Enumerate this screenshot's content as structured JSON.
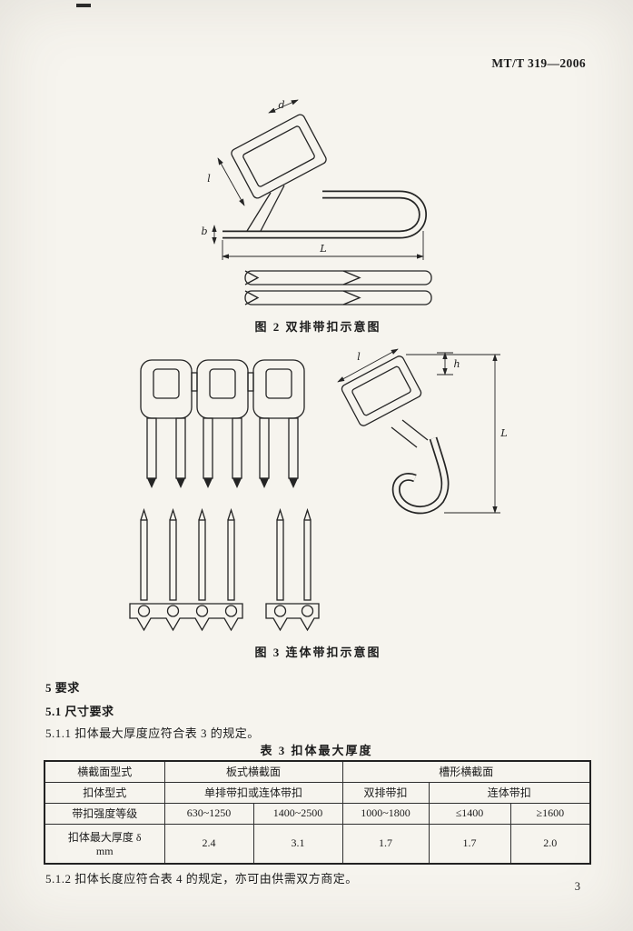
{
  "page": {
    "header": "MT/T 319—2006",
    "page_number": "3"
  },
  "figure2": {
    "caption": "图 2  双排带扣示意图",
    "dim_d": "d",
    "dim_l": "l",
    "dim_L": "L",
    "dim_b": "b"
  },
  "figure3": {
    "caption": "图 3  连体带扣示意图",
    "dim_h": "h",
    "dim_l": "l",
    "dim_L": "L"
  },
  "clauses": {
    "c5": "5  要求",
    "c5_1": "5.1  尺寸要求",
    "c5_1_1": "5.1.1  扣体最大厚度应符合表 3 的规定。",
    "c5_1_2": "5.1.2  扣体长度应符合表 4 的规定，亦可由供需双方商定。"
  },
  "table3": {
    "title": "表 3  扣体最大厚度",
    "row1": {
      "label": "横截面型式",
      "cells": [
        "板式横截面",
        "槽形横截面"
      ]
    },
    "row2": {
      "label": "扣体型式",
      "cells": [
        "单排带扣或连体带扣",
        "双排带扣",
        "连体带扣"
      ]
    },
    "row3": {
      "label": "带扣强度等级",
      "cells": [
        "630~1250",
        "1400~2500",
        "1000~1800",
        "≤1400",
        "≥1600"
      ]
    },
    "row4": {
      "label": "扣体最大厚度 δ",
      "unit": "mm",
      "cells": [
        "2.4",
        "3.1",
        "1.7",
        "1.7",
        "2.0"
      ]
    }
  }
}
